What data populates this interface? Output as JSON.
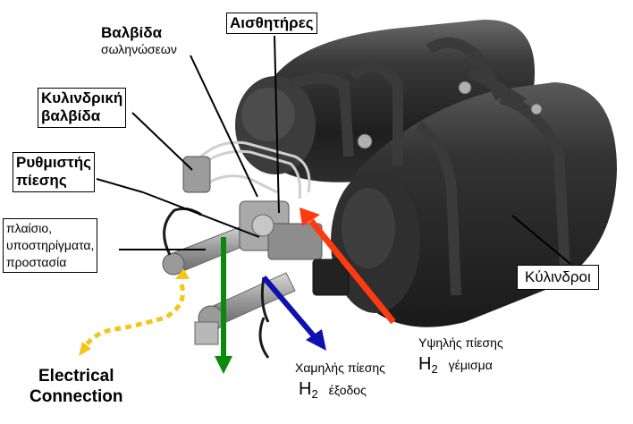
{
  "labels": {
    "valve_lines_1": "Βαλβίδα",
    "valve_lines_2": "σωληνώσεων",
    "sensors": "Αισθητήρες",
    "cyl_valve_1": "Κυλινδρική",
    "cyl_valve_2": "βαλβίδα",
    "regulator_1": "Ρυθμιστής",
    "regulator_2": "πίεσης",
    "frame_1": "πλαίσιο,",
    "frame_2": "υποστηρίγματα,",
    "frame_3": "προστασία",
    "cylinders": "Κύλινδροι",
    "electrical_1": "Electrical",
    "electrical_2": "Connection",
    "high_pressure": "Υψηλής πίεσης",
    "high_h": "H",
    "high_sub": "2",
    "high_fill": "γέμισμα",
    "low_pressure": "Χαμηλής πίεσης",
    "low_h": "H",
    "low_sub": "2",
    "low_out": "έξοδος"
  },
  "colors": {
    "green_arrow": "#0a8a0a",
    "blue_arrow": "#1010b0",
    "red_arrow": "#ff3a10",
    "yellow_dash": "#f5c518",
    "tank": "#2b2b2b",
    "strap": "#3a3a3a",
    "frame": "#8c8c8c"
  }
}
